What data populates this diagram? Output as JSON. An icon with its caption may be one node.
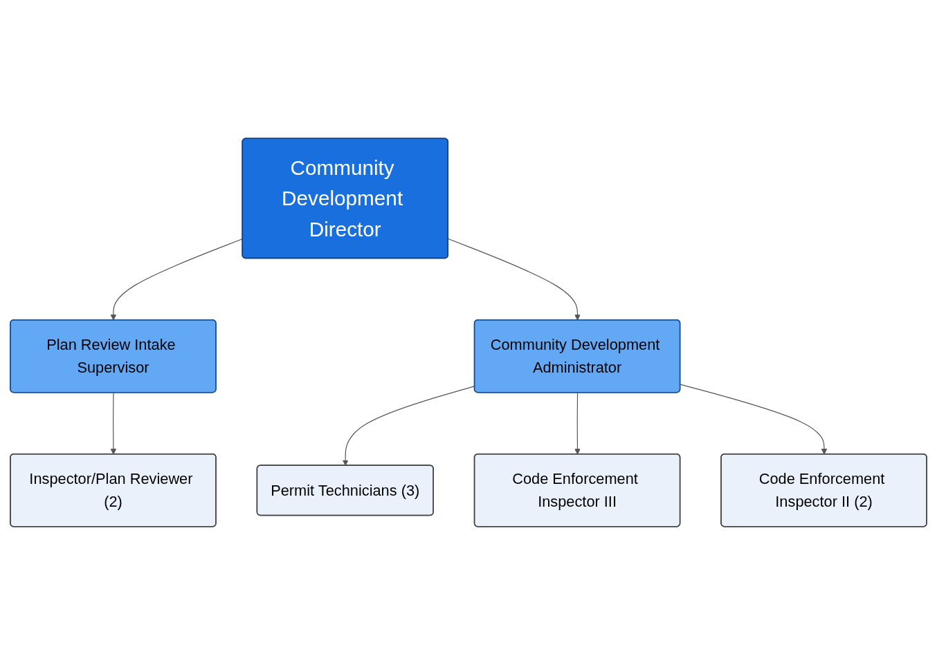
{
  "diagram": {
    "nodes": [
      {
        "text": [
          "Community Development Director"
        ]
      },
      {
        "text": [
          "Plan Review Intake Supervisor"
        ]
      },
      {
        "text": [
          "Inspector/Plan Reviewer (2)"
        ]
      },
      {
        "text": [
          "Community Development Administrator"
        ]
      },
      {
        "text": [
          "Permit Technicians (3)"
        ]
      },
      {
        "text": [
          "Code Enforcement Inspector III"
        ]
      },
      {
        "text": [
          "Code Enforcement Inspector II (2)"
        ]
      }
    ],
    "edges": [
      {
        "from": 0,
        "to": 1,
        "arrow": "to"
      },
      {
        "from": 1,
        "to": 2,
        "arrow": "to"
      },
      {
        "from": 0,
        "to": 3,
        "arrow": "to"
      },
      {
        "from": 3,
        "to": 4,
        "arrow": "to"
      },
      {
        "from": 3,
        "to": 5,
        "arrow": "to"
      },
      {
        "from": 3,
        "to": 6,
        "arrow": "to"
      }
    ]
  }
}
